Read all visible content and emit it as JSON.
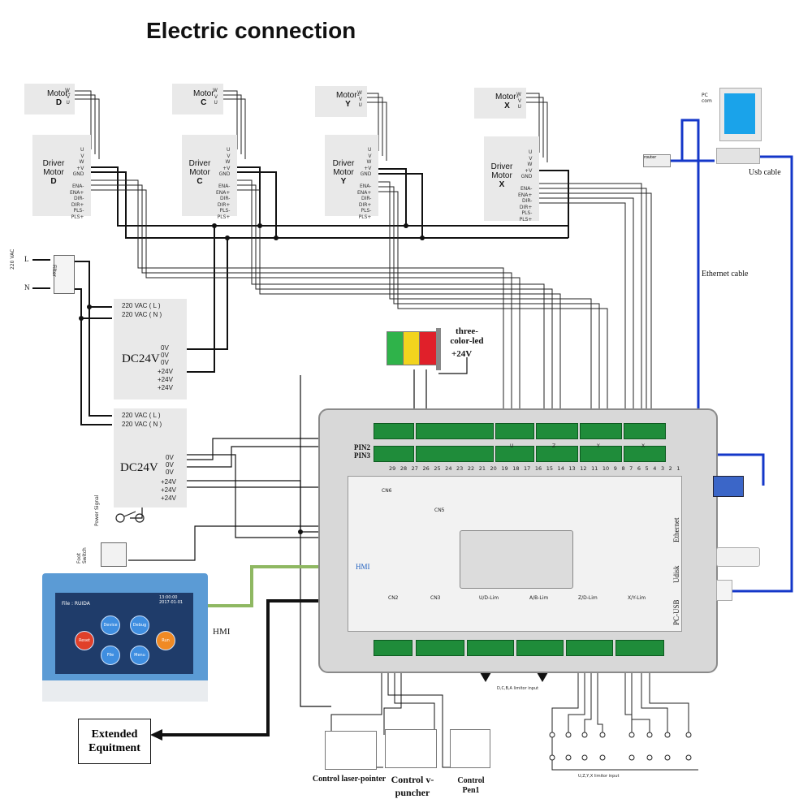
{
  "title": "Electric connection",
  "motors": [
    {
      "motor_label": "Motor-",
      "motor_axis": "D",
      "driver_label": "Driver Motor",
      "driver_axis": "D"
    },
    {
      "motor_label": "Motor",
      "motor_axis": "C",
      "driver_label": "Driver Motor",
      "driver_axis": "C"
    },
    {
      "motor_label": "Motor-",
      "motor_axis": "Y",
      "driver_label": "Driver Motor",
      "driver_axis": "Y"
    },
    {
      "motor_label": "Motor-",
      "motor_axis": "X",
      "driver_label": "Driver Motor",
      "driver_axis": "X"
    }
  ],
  "motor_pins": "W\nV\nU",
  "driver_pins": "U\nV\nW\n+V\nGND\n\nENA-\nENA+\nDIR-\nDIR+\nPLS-\nPLS+",
  "mains": {
    "l": "L",
    "n": "N",
    "voltage": "220 VAC",
    "filter": "Filter"
  },
  "psu": [
    {
      "title": "DC24V",
      "in_l": "220 VAC ( L )",
      "in_n": "220 VAC ( N )",
      "outs": [
        "0V",
        "0V",
        "0V",
        "+24V",
        "+24V",
        "+24V"
      ]
    },
    {
      "title": "DC24V",
      "in_l": "220 VAC ( L )",
      "in_n": "220 VAC ( N )",
      "outs": [
        "0V",
        "0V",
        "0V",
        "+24V",
        "+24V",
        "+24V"
      ]
    }
  ],
  "led": {
    "label": "three-color-led",
    "voltage": "+24V"
  },
  "controller": {
    "pin2": "PIN2",
    "pin3": "PIN3",
    "hmi": "HMI",
    "pin_numbers": "29 28 27 26 25 24 23 22 21 20 19 18 17 16 15 14 13 12 11 10 9 8 7 6 5 4 3 2 1",
    "ports": {
      "ethernet": "Ethernet",
      "udisk": "Udisk",
      "pc_usb": "PC-USB"
    },
    "top_groups": [
      "CN6",
      "CN5",
      "U",
      "Z",
      "Y",
      "X"
    ],
    "bottom_groups": [
      "CN2",
      "CN3",
      "U/D-Lim",
      "A/B-Lim",
      "Z/D-Lim",
      "X/Y-Lim"
    ]
  },
  "pc": {
    "label": "PC\ncom",
    "usb_cable": "Usb cable",
    "ethernet_cable": "Ethernet cable",
    "router": "router"
  },
  "hmi_device": {
    "file": "File : RUIDA",
    "time": "13:00:00\n2017-01-01",
    "buttons": [
      "Reset",
      "Device",
      "Debug",
      "Run",
      "File",
      "Menu"
    ],
    "side_label": "HMI"
  },
  "extended": "Extended Equitment",
  "switches": {
    "power": "Power Signal",
    "foot": "Foot Switch"
  },
  "limit_inputs": {
    "dcba": "D,C,B,A limitor input",
    "uzyx": "U,Z,Y,X limitor input"
  },
  "controls": [
    {
      "name": "Control laser-pointer"
    },
    {
      "name": "Control v-puncher"
    },
    {
      "name": "Control Pen1"
    }
  ],
  "colors": {
    "wire": "#111111",
    "blue_cable": "#1437c9",
    "green_wire": "#8fb862",
    "terminal": "#1f8c3a",
    "led_green": "#2fb34a",
    "led_yellow": "#f2d41e",
    "led_red": "#e0202a",
    "hmi_frame": "#5b9bd5"
  }
}
